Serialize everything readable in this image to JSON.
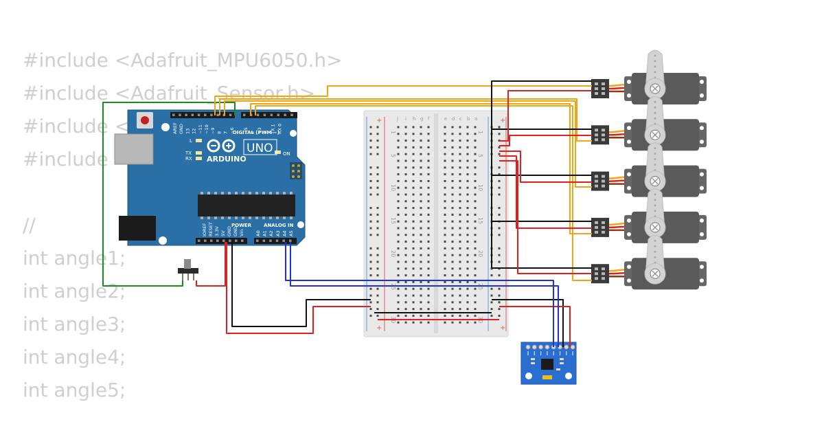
{
  "code_lines": [
    "#include <Adafruit_MPU6050.h>",
    "#include <Adafruit_Sensor.h>",
    "#include <",
    "#include",
    "",
    "//",
    "int angle1;",
    "int angle2;",
    "int angle3;",
    "int angle4;",
    "int angle5;"
  ],
  "arduino": {
    "brand": "ARDUINO",
    "model": "UNO",
    "on_label": "ON",
    "l_label": "L",
    "tx_label": "TX",
    "rx_label": "RX",
    "digital_header": "DIGITAL (PWM ~)",
    "digital_pins": [
      "AREF",
      "GND",
      "13",
      "12",
      "~11",
      "~10",
      "~9",
      "8",
      "7",
      "~6",
      "~5",
      "4",
      "~3",
      "2",
      "TX 1",
      "RX 0"
    ],
    "power_header": "POWER",
    "analog_header": "ANALOG IN",
    "power_pins": [
      "IOREF",
      "RESET",
      "3.3V",
      "5V",
      "GND",
      "GND",
      "Vin"
    ],
    "analog_pins": [
      "A0",
      "A1",
      "A2",
      "A3",
      "A4",
      "A5"
    ]
  },
  "breadboard": {
    "row_numbers": [
      "1",
      "5",
      "10",
      "15",
      "20",
      "25",
      "30"
    ],
    "column_letters_left": [
      "j",
      "i",
      "h",
      "g",
      "f"
    ],
    "column_letters_right": [
      "e",
      "d",
      "c",
      "b",
      "a"
    ]
  },
  "servos": {
    "count": 5
  },
  "colors": {
    "wire_green": "#1a8a1a",
    "wire_orange": "#f2a413",
    "wire_red": "#e02020",
    "wire_black": "#111111",
    "wire_blue": "#2233cc",
    "arduino_board": "#2a6fa6",
    "servo_body": "#666666",
    "mpu_board": "#2a6fcf"
  }
}
